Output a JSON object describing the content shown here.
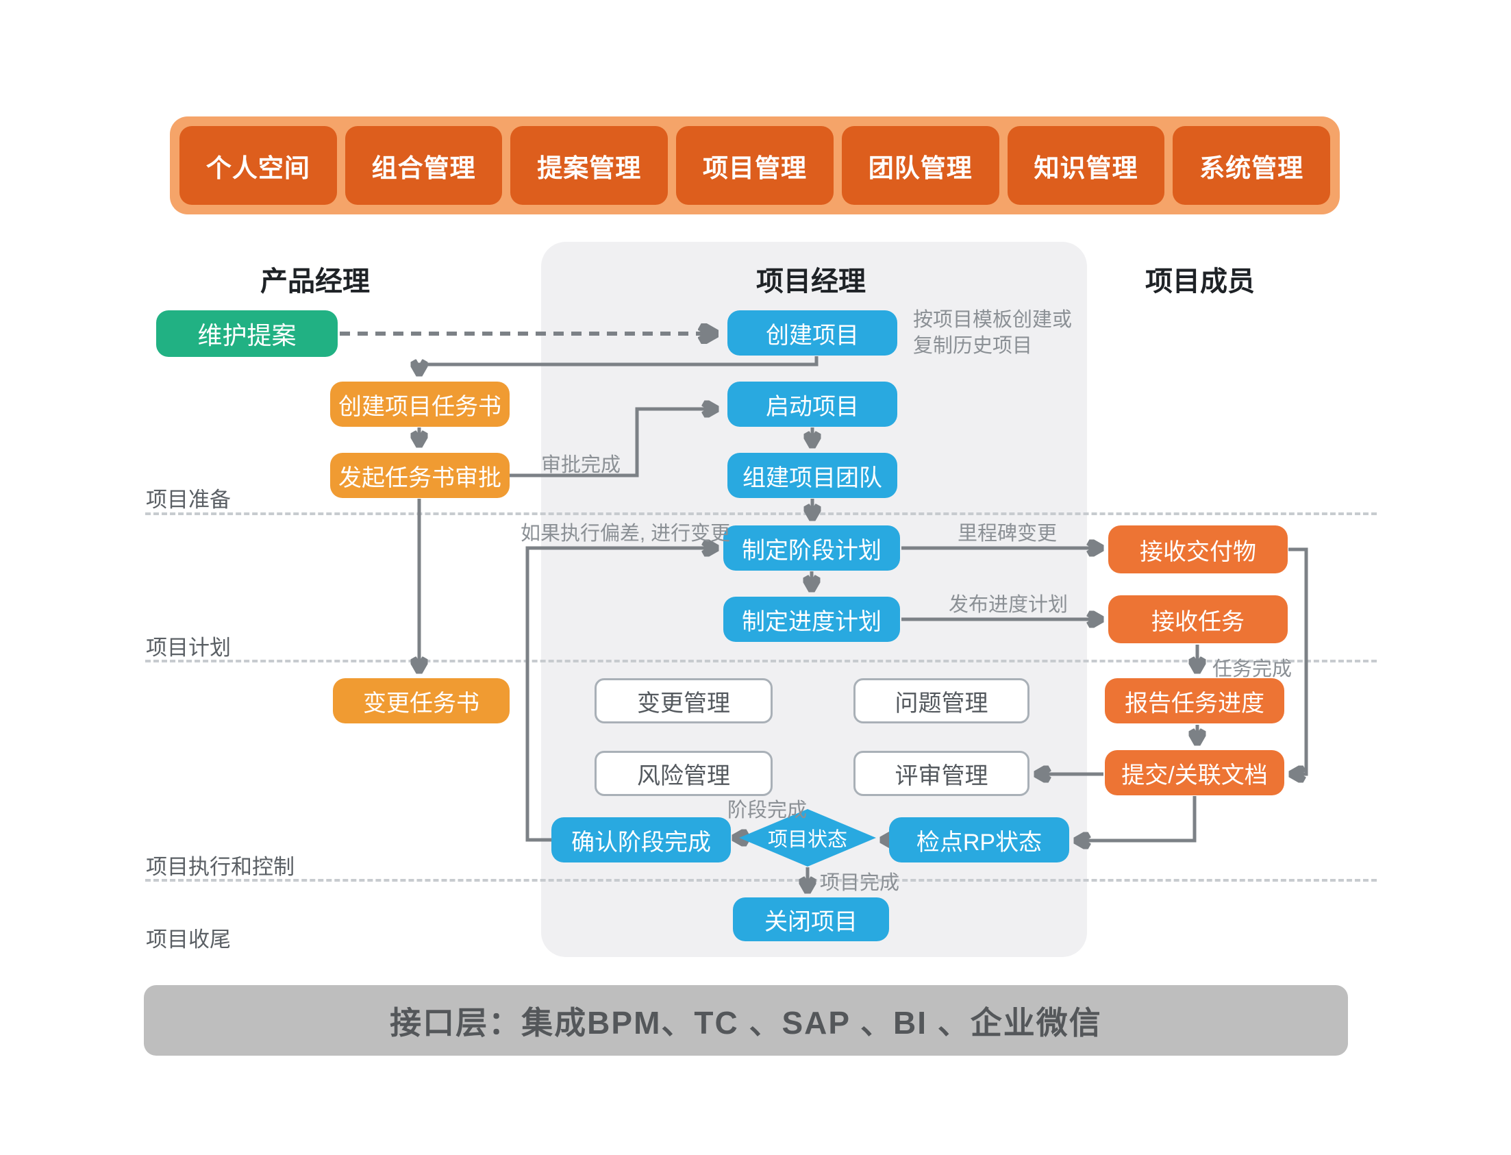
{
  "nav": {
    "items": [
      "个人空间",
      "组合管理",
      "提案管理",
      "项目管理",
      "团队管理",
      "知识管理",
      "系统管理"
    ]
  },
  "lane_headers": {
    "product_manager": "产品经理",
    "project_manager": "项目经理",
    "project_member": "项目成员"
  },
  "phases": {
    "preparation": "项目准备",
    "planning": "项目计划",
    "execution_control": "项目执行和控制",
    "closing": "项目收尾"
  },
  "nodes": {
    "maintain_proposal": {
      "label": "维护提案"
    },
    "create_project": {
      "label": "创建项目"
    },
    "create_charter": {
      "label": "创建项目任务书"
    },
    "start_project": {
      "label": "启动项目"
    },
    "initiate_charter_approval": {
      "label": "发起任务书审批"
    },
    "build_project_team": {
      "label": "组建项目团队"
    },
    "make_stage_plan": {
      "label": "制定阶段计划"
    },
    "receive_deliverables": {
      "label": "接收交付物"
    },
    "make_schedule_plan": {
      "label": "制定进度计划"
    },
    "receive_tasks": {
      "label": "接收任务"
    },
    "change_charter": {
      "label": "变更任务书"
    },
    "change_management": {
      "label": "变更管理"
    },
    "issue_management": {
      "label": "问题管理"
    },
    "report_task_progress": {
      "label": "报告任务进度"
    },
    "risk_management": {
      "label": "风险管理"
    },
    "review_management": {
      "label": "评审管理"
    },
    "submit_link_documents": {
      "label": "提交/关联文档"
    },
    "confirm_stage_complete": {
      "label": "确认阶段完成"
    },
    "project_status": {
      "label": "项目状态"
    },
    "check_rp_status": {
      "label": "检点RP状态"
    },
    "close_project": {
      "label": "关闭项目"
    }
  },
  "edge_labels": {
    "template_note": "按项目模板创建或\n复制历史项目",
    "approval_done": "审批完成",
    "deviation_change": "如果执行偏差, 进行变更",
    "milestone_change": "里程碑变更",
    "publish_schedule": "发布进度计划",
    "task_done": "任务完成",
    "stage_done": "阶段完成",
    "project_done": "项目完成"
  },
  "footer": {
    "label": "接口层：集成BPM、TC 、SAP 、BI 、企业微信"
  },
  "colors": {
    "nav_container": "#F5A469",
    "nav_item": "#DD5E1D",
    "node_blue": "#29A9E0",
    "node_green": "#21B183",
    "node_amber": "#F09B32",
    "node_orange": "#ED7434",
    "panel_gray": "#F0F0F2",
    "connector_gray": "#7C8186",
    "footer_gray": "#BEBEBE"
  }
}
